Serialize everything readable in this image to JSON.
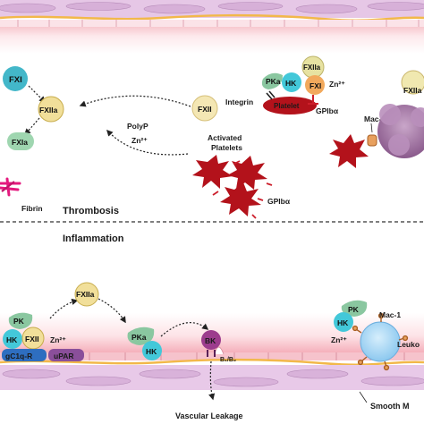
{
  "sections": {
    "thrombosis": "Thrombosis",
    "inflammation": "Inflammation"
  },
  "thrombosis_panel": {
    "fxi_left": "FXI",
    "fxiia_mid": "FXIIa",
    "fxia": "FXIa",
    "fibrin": "Fibrin",
    "fxii": "FXII",
    "polyp": "PolyP",
    "zn_left": "Zn²⁺",
    "activated_platelets_line1": "Activated",
    "activated_platelets_line2": "Platelets",
    "gpib_lower": "GPIbα",
    "pka": "PKa",
    "hk": "HK",
    "fxiia_top": "FXIIa",
    "fxi_top": "FXI",
    "zn_top": "Zn²⁺",
    "integrin": "Integrin",
    "platelet": "Platelet",
    "gpib_top": "GPIbα",
    "fxiia_right": "FXIIa",
    "mac1_right": "Mac-1"
  },
  "inflammation_panel": {
    "pk_left": "PK",
    "hk_left": "HK",
    "fxii_left": "FXII",
    "gc1qr": "gC1q-R",
    "upar": "uPAR",
    "zn_left": "Zn²⁺",
    "fxiia": "FXIIa",
    "pka": "PKa",
    "hk_mid": "HK",
    "bk": "BK",
    "b_receptors": "B₁/B₂",
    "vascular_leakage": "Vascular Leakage",
    "pk_right": "PK",
    "hk_right": "HK",
    "zn_right": "Zn²⁺",
    "mac1": "Mac-1",
    "leuko": "Leuko",
    "smooth_muscle": "Smooth M"
  }
}
